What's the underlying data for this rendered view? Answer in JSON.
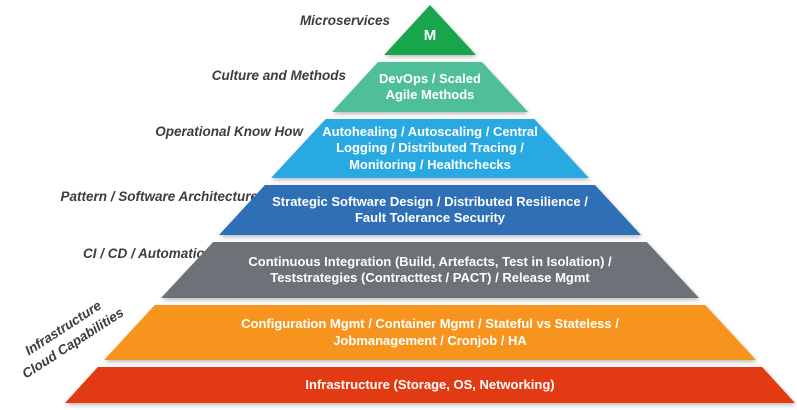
{
  "pyramid": {
    "layers": [
      {
        "name": "microservices",
        "side_label": "Microservices",
        "text": "M",
        "color": "#18A54B"
      },
      {
        "name": "culture-and-methods",
        "side_label": "Culture and Methods",
        "text": "DevOps / Scaled Agile Methods",
        "color": "#4FBF97"
      },
      {
        "name": "operational-know-how",
        "side_label": "Operational Know How",
        "text": "Autohealing / Autoscaling / Central Logging / Distributed Tracing / Monitoring / Healthchecks",
        "color": "#29A9E1"
      },
      {
        "name": "pattern-software-architecture",
        "side_label": "Pattern / Software Architecture",
        "text": "Strategic Software Design / Distributed Resilience / Fault Tolerance Security",
        "color": "#2E6FB5"
      },
      {
        "name": "ci-cd-automation",
        "side_label": "CI / CD / Automation",
        "text": "Continuous Integration (Build, Artefacts, Test in Isolation) / Teststrategies (Contracttest / PACT) / Release Mgmt",
        "color": "#6D7278"
      },
      {
        "name": "infrastructure-cloud-capabilities",
        "side_label_line1": "Infrastructure",
        "side_label_line2": "Cloud Capabilities",
        "text": "Configuration Mgmt / Container Mgmt / Stateful vs Stateless / Jobmanagement / Cronjob / HA",
        "color": "#F7941E"
      },
      {
        "name": "infrastructure",
        "text": "Infrastructure (Storage, OS, Networking)",
        "color": "#E23B14"
      }
    ]
  }
}
